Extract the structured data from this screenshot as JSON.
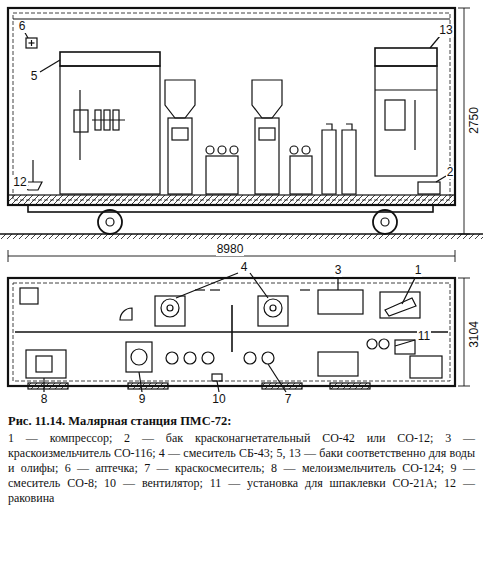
{
  "diagram": {
    "title": "Рис. 11.14. Малярная станция ПМС-72:",
    "caption": "1 — компрессор; 2 — бак красконагнетательный СО-42 или СО-12; 3 — краскоизмельчитель СО-116; 4 — смеситель СБ-43; 5, 13 — баки соответственно для воды и олифы; 6 — аптечка; 7 — краскосмеситель; 8 — мелоизмельчитель СО-124; 9 — смеситель СО-8; 10 — вентилятор; 11 — установка для шпаклевки СО-21А; 12 — раковина",
    "labels": [
      "6",
      "13",
      "5",
      "12",
      "2",
      "2750",
      "8980",
      "4",
      "3",
      "1",
      "3104",
      "11",
      "8",
      "9",
      "10",
      "7"
    ]
  }
}
